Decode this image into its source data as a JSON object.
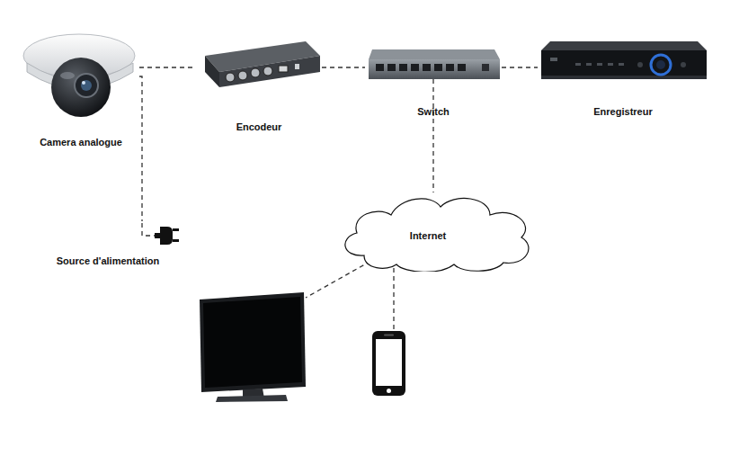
{
  "diagram": {
    "nodes": [
      {
        "text": [
          "Camera analogue"
        ]
      },
      {
        "text": [
          "Encodeur"
        ]
      },
      {
        "text": [
          "Switch"
        ]
      },
      {
        "text": [
          "Enregistreur"
        ]
      },
      {
        "text": [
          "Source d'alimentation"
        ]
      },
      {
        "text": [
          "Internet"
        ]
      }
    ],
    "edges": [
      {
        "from": 0,
        "to": 1,
        "arrow": "none"
      },
      {
        "from": 1,
        "to": 2,
        "arrow": "none"
      },
      {
        "from": 2,
        "to": 3,
        "arrow": "none"
      },
      {
        "from": 0,
        "to": 4,
        "arrow": "none"
      },
      {
        "from": 2,
        "to": 5,
        "arrow": "none"
      }
    ]
  }
}
